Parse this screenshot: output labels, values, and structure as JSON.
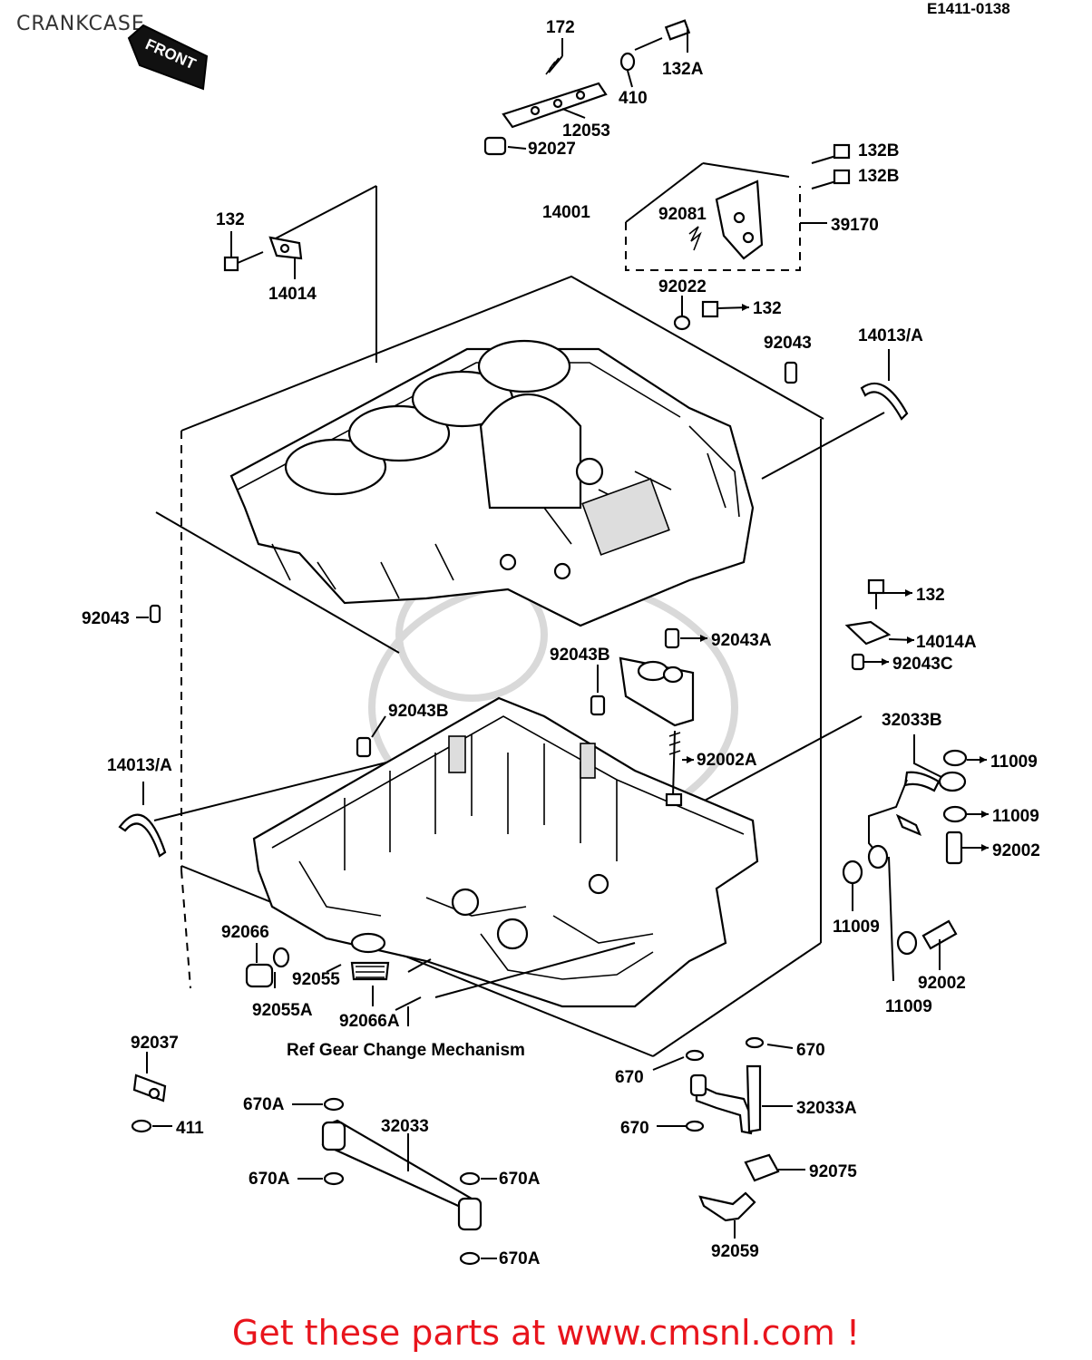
{
  "header": {
    "title": "CRANKCASE",
    "diagram_code": "E1411-0138",
    "front_tag": "FRONT"
  },
  "callouts": [
    {
      "id": "c172",
      "text": "172"
    },
    {
      "id": "c132a",
      "text": "132A"
    },
    {
      "id": "c410",
      "text": "410"
    },
    {
      "id": "c12053",
      "text": "12053"
    },
    {
      "id": "c92027",
      "text": "92027"
    },
    {
      "id": "c132b1",
      "text": "132B"
    },
    {
      "id": "c132b2",
      "text": "132B"
    },
    {
      "id": "c14001",
      "text": "14001"
    },
    {
      "id": "c92081",
      "text": "92081"
    },
    {
      "id": "c39170",
      "text": "39170"
    },
    {
      "id": "c132top",
      "text": "132"
    },
    {
      "id": "c14014",
      "text": "14014"
    },
    {
      "id": "c92022",
      "text": "92022"
    },
    {
      "id": "c132mid",
      "text": "132"
    },
    {
      "id": "c92043top",
      "text": "92043"
    },
    {
      "id": "c14013r",
      "text": "14013/A"
    },
    {
      "id": "c92043l",
      "text": "92043"
    },
    {
      "id": "c132r",
      "text": "132"
    },
    {
      "id": "c92043a",
      "text": "92043A"
    },
    {
      "id": "c14014a",
      "text": "14014A"
    },
    {
      "id": "c92043b1",
      "text": "92043B"
    },
    {
      "id": "c92043c",
      "text": "92043C"
    },
    {
      "id": "c92043b2",
      "text": "92043B"
    },
    {
      "id": "c32033b",
      "text": "32033B"
    },
    {
      "id": "c92002a",
      "text": "92002A"
    },
    {
      "id": "c11009a",
      "text": "11009"
    },
    {
      "id": "c14013l",
      "text": "14013/A"
    },
    {
      "id": "c11009b",
      "text": "11009"
    },
    {
      "id": "c92002r",
      "text": "92002"
    },
    {
      "id": "c11009c",
      "text": "11009"
    },
    {
      "id": "c92066",
      "text": "92066"
    },
    {
      "id": "c92055",
      "text": "92055"
    },
    {
      "id": "c92002b",
      "text": "92002"
    },
    {
      "id": "c92055a",
      "text": "92055A"
    },
    {
      "id": "c92066a",
      "text": "92066A"
    },
    {
      "id": "c11009d",
      "text": "11009"
    },
    {
      "id": "cref",
      "text": "Ref  Gear Change Mechanism"
    },
    {
      "id": "c92037",
      "text": "92037"
    },
    {
      "id": "c670a1",
      "text": "670"
    },
    {
      "id": "c670a2",
      "text": "670"
    },
    {
      "id": "c670a",
      "text": "670A"
    },
    {
      "id": "c32033",
      "text": "32033"
    },
    {
      "id": "c32033a",
      "text": "32033A"
    },
    {
      "id": "c411",
      "text": "411"
    },
    {
      "id": "c670b",
      "text": "670"
    },
    {
      "id": "c670a2b",
      "text": "670A"
    },
    {
      "id": "c670a3",
      "text": "670A"
    },
    {
      "id": "c92075",
      "text": "92075"
    },
    {
      "id": "c670a4",
      "text": "670A"
    },
    {
      "id": "c92059",
      "text": "92059"
    }
  ],
  "footer": {
    "text": "Get these parts at www.cmsnl.com !",
    "color": "#e8141c"
  }
}
